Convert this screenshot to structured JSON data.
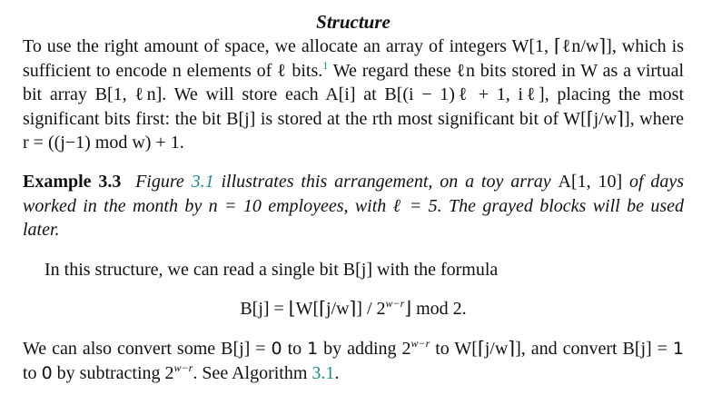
{
  "section": {
    "title": "Structure"
  },
  "paragraph1": {
    "lines": [
      "To use the right amount of space, we allocate an array of integers W[1, ⌈ℓn/w⌉], which",
      "is sufficient to encode n elements of ℓ bits.",
      "We regard these ℓn bits stored in W as a",
      "virtual bit array B[1, ℓn]. We will store each A[i] at B[(i − 1)ℓ + 1, iℓ], placing the most",
      "significant bits first: the bit B[j] is stored at the rth most significant bit of W[⌈j/w⌉],",
      "where r = ((j−1) mod w) + 1."
    ],
    "footnote_marker": "1"
  },
  "example": {
    "label": "Example 3.3",
    "text_before_link": "Figure ",
    "figure_link": "3.1",
    "text_after_link_1": " illustrates this arrangement, on a toy array ",
    "array_ref": "A[1, 10]",
    "text_after_link_2": " of days worked in the month by n = 10 employees, with ℓ = 5. The grayed blocks will be used later."
  },
  "paragraph3": {
    "text": "In this structure, we can read a single bit B[j] with the formula"
  },
  "formula": {
    "lhs": "B[j] = ⌊W[⌈j/w⌉] / 2",
    "exponent": "w−r",
    "rhs": "⌋  mod 2."
  },
  "paragraph4": {
    "part1": "We can also convert some B[j] = ",
    "zero1": "0",
    "part2": " to ",
    "one1": "1",
    "part3": " by adding 2",
    "exp1": "w−r",
    "part4": " to W[⌈j/w⌉], and convert B[j] = ",
    "one2": "1",
    "part5": " to ",
    "zero2": "0",
    "part6": " by subtracting 2",
    "exp2": "w−r",
    "part7": ". See Algorithm ",
    "algorithm_link": "3.1",
    "part8": "."
  },
  "colors": {
    "link": "#1a8a8f",
    "text": "#111111"
  }
}
